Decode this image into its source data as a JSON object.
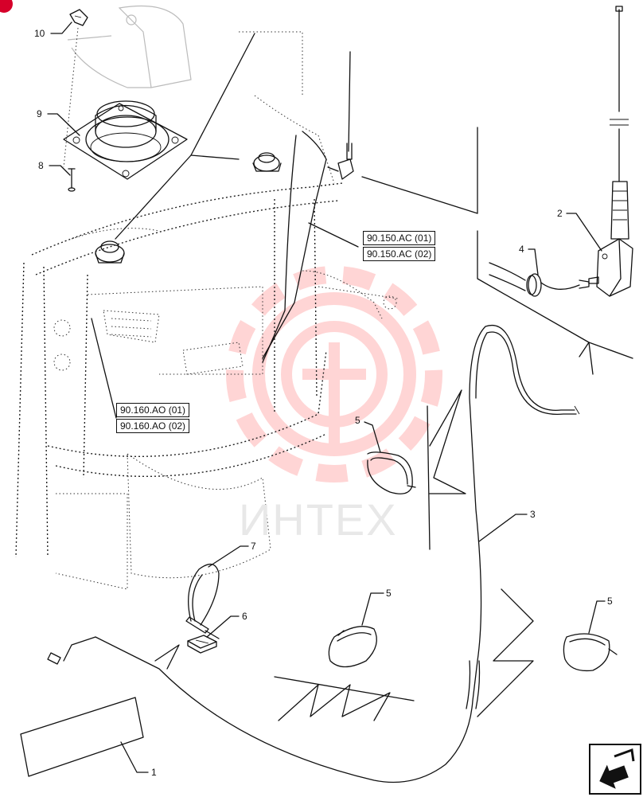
{
  "callouts": [
    {
      "id": "c1",
      "label": "1"
    },
    {
      "id": "c2",
      "label": "2"
    },
    {
      "id": "c3",
      "label": "3"
    },
    {
      "id": "c4",
      "label": "4"
    },
    {
      "id": "c5a",
      "label": "5"
    },
    {
      "id": "c5b",
      "label": "5"
    },
    {
      "id": "c5c",
      "label": "5"
    },
    {
      "id": "c6",
      "label": "6"
    },
    {
      "id": "c7",
      "label": "7"
    },
    {
      "id": "c8",
      "label": "8"
    },
    {
      "id": "c9",
      "label": "9"
    },
    {
      "id": "c10",
      "label": "10"
    }
  ],
  "references": {
    "ac_01": "90.150.AC (01)",
    "ac_02": "90.150.AC (02)",
    "ao_01": "90.160.AO (01)",
    "ao_02": "90.160.AO (02)"
  },
  "watermark": {
    "text": "ИНТЕХ",
    "color": "#ffb3b3"
  },
  "navigation": {
    "icon": "return-arrow-icon"
  },
  "accent": "#d6002a"
}
